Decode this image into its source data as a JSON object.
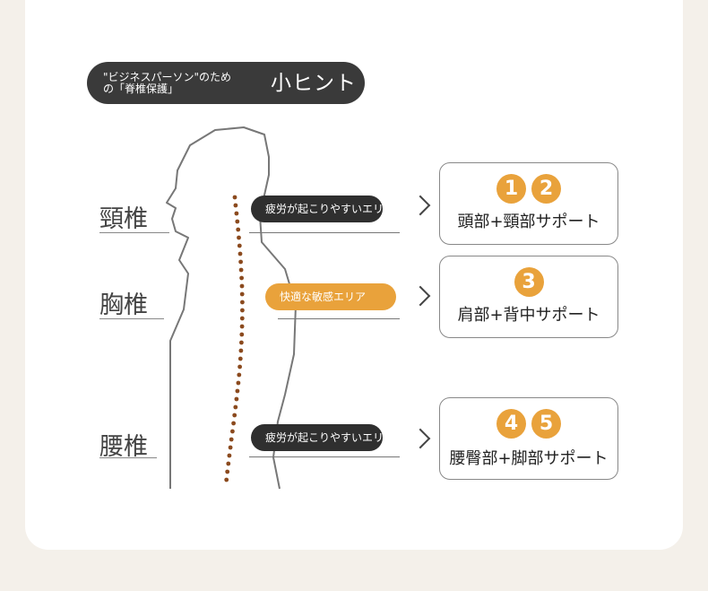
{
  "header": {
    "subtitle": "\"ビジネスパーソン\"のため\nの「脊椎保護」",
    "title": "小ヒント"
  },
  "regions": [
    {
      "label": "頸椎",
      "tag": "疲労が起こりやすいエリア",
      "numbers": [
        "1",
        "2"
      ],
      "support": "頭部+頸部サポート"
    },
    {
      "label": "胸椎",
      "tag": "快適な敏感エリア",
      "numbers": [
        "3"
      ],
      "support": "肩部+背中サポート"
    },
    {
      "label": "腰椎",
      "tag": "疲労が起こりやすいエリア",
      "numbers": [
        "4",
        "5"
      ],
      "support": "腰臀部+脚部サポート"
    }
  ],
  "colors": {
    "accent": "#e9a23b",
    "dark": "#2f2f2f",
    "spine": "#8b4a1e"
  },
  "icons": {
    "arrow": "chevron-right-icon"
  }
}
